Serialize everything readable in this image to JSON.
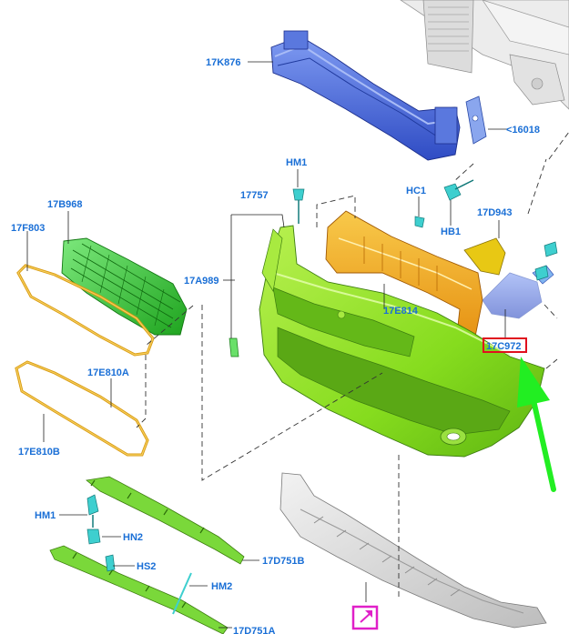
{
  "labels": {
    "p17K876": "17K876",
    "p16018": "<16018",
    "hm1_top": "HM1",
    "p17757": "17757",
    "hc1": "HC1",
    "hb1": "HB1",
    "p17D943": "17D943",
    "p17B968": "17B968",
    "p17F803": "17F803",
    "p17A989": "17A989",
    "p17E814": "17E814",
    "p17C972": "17C972",
    "p17E810A": "17E810A",
    "p17E810B": "17E810B",
    "hm1_bottom": "HM1",
    "hn2": "HN2",
    "hs2": "HS2",
    "p17D751B": "17D751B",
    "hm2": "HM2",
    "p17D751A": "17D751A"
  },
  "colors": {
    "callout_text": "#1a6fd6",
    "highlight_box": "#e0101e",
    "pointer_arrow": "#22ee22",
    "view_icon": "#e020c8",
    "bumper_cover": "#8de020",
    "grille": "#3fcf3f",
    "reinforcement_beam": "#3f62d8",
    "absorber": "#f0a818",
    "bracket": "#7aa2f0",
    "fastener": "#3ecfcf",
    "undertray": "#dcdcdc"
  },
  "icons": [
    "view-arrow-icon",
    "pointer-arrow-icon"
  ]
}
